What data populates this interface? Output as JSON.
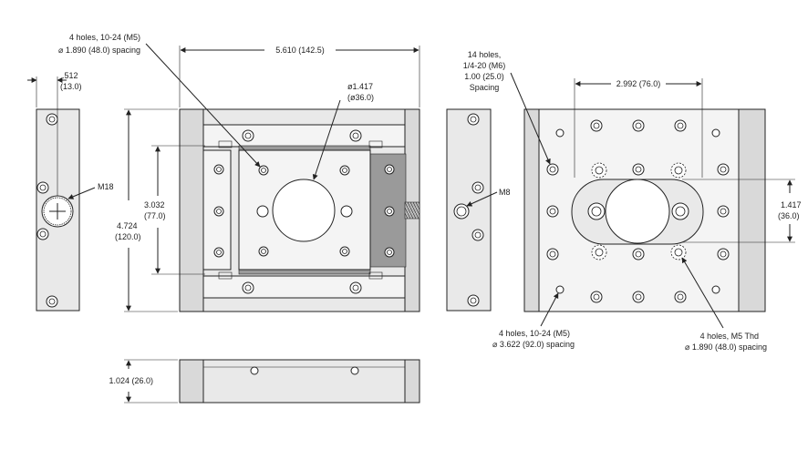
{
  "labels": {
    "top_holes_line1": "4 holes, 10-24 (M5)",
    "top_holes_line2": "⌀ 1.890 (48.0) spacing",
    "overall_width": "5.610 (142.5)",
    "side_width_in": ".512",
    "side_width_mm": "(13.0)",
    "bore_in": "ø1.417",
    "bore_mm": "(ø36.0)",
    "thread_m18": "M18",
    "travel_in": "3.032",
    "travel_mm": "(77.0)",
    "height_in": "4.724",
    "height_mm": "(120.0)",
    "thread_m8": "M8",
    "holes14_line1": "14 holes,",
    "holes14_line2": "1/4-20 (M6)",
    "holes14_line3": "1.00 (25.0)",
    "holes14_line4": "Spacing",
    "bottom_width": "2.992 (76.0)",
    "slot_in": "1.417",
    "slot_mm": "(36.0)",
    "bot_holes_line1": "4 holes, 10-24 (M5)",
    "bot_holes_line2": "⌀ 3.622 (92.0) spacing",
    "m5_holes_line1": "4 holes, M5 Thd",
    "m5_holes_line2": "⌀ 1.890 (48.0) spacing",
    "thickness": "1.024 (26.0)"
  }
}
